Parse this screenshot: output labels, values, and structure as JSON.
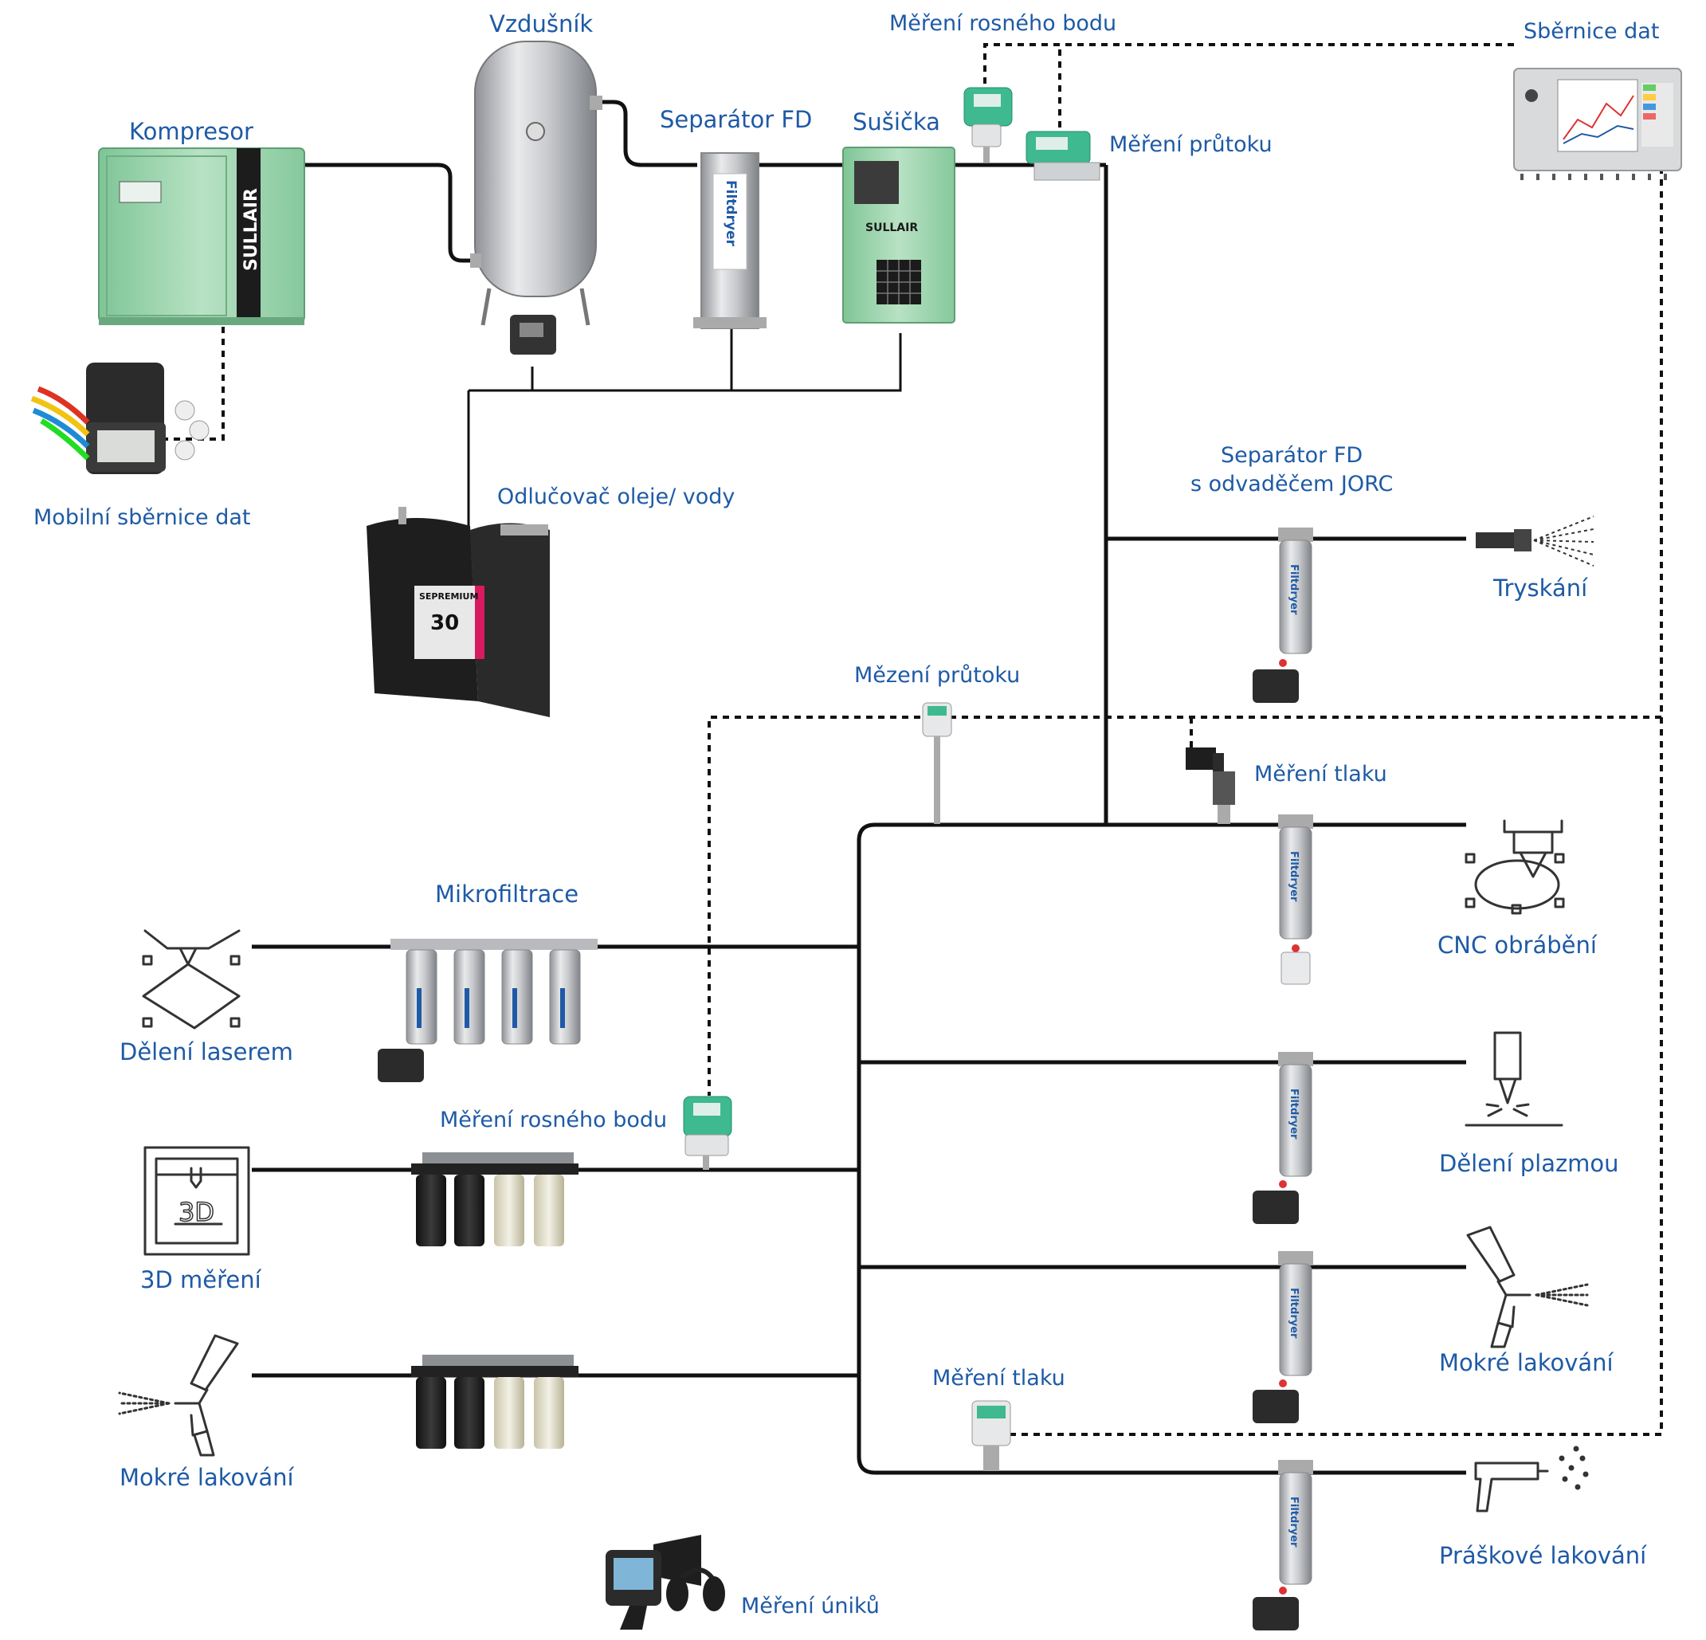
{
  "labels": {
    "kompresor": "Kompresor",
    "vzdusnik": "Vzdušník",
    "separator_fd": "Separátor FD",
    "susicka": "Sušička",
    "mereni_rosneho_bodu_top": "Měření rosného bodu",
    "mereni_prutoku_top": "Měření průtoku",
    "sbernice_dat": "Sběrnice dat",
    "mobilni_sbernice": "Mobilní sběrnice dat",
    "odlucovac": "Odlučovač oleje/ vody",
    "separator_jorc_line1": "Separátor FD",
    "separator_jorc_line2": "s odvaděčem JORC",
    "tryskani": "Tryskání",
    "mezeni_prutoku": "Mězení průtoku",
    "mereni_tlaku_top": "Měření tlaku",
    "cnc": "CNC obrábění",
    "mikrofiltrace": "Mikrofiltrace",
    "deleni_laserem": "Dělení laserem",
    "mereni_rosneho_bodu_mid": "Měření rosného bodu",
    "deleni_plazmou": "Dělení plazmou",
    "mereni_3d": "3D měření",
    "mokre_lakovani_right": "Mokré lakování",
    "mereni_tlaku_bottom": "Měření tlaku",
    "mokre_lakovani_left": "Mokré lakování",
    "praskove_lakovani": "Práškové lakování",
    "mereni_uniku": "Měření úniků"
  },
  "device_text": {
    "compressor_brand": "SULLAIR",
    "dryer_brand": "SULLAIR",
    "filter_brand": "Filtdryer",
    "separator_brand": "Filtdryer",
    "sepremium_name": "SEPREMIUM",
    "sepremium_size": "30",
    "printer_3d": "3D"
  },
  "colors": {
    "label": "#1e5aa6",
    "pipe": "#111111",
    "compressor_green": "#9fd6b0",
    "steel": "#c7c9cc",
    "sensor_teal": "#3fb98f"
  }
}
